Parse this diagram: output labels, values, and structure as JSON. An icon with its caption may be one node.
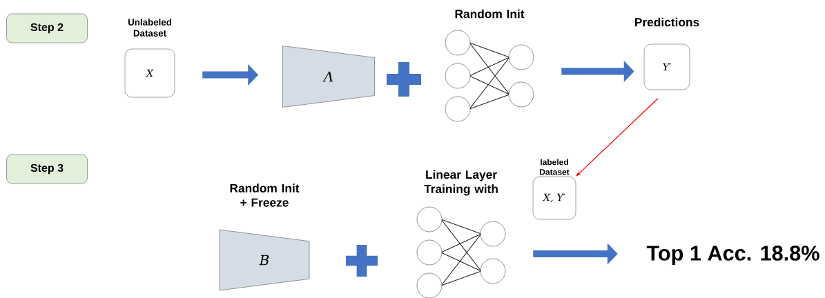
{
  "diagram": {
    "nodes": [
      {
        "text": [
          "Step 2"
        ]
      },
      {
        "text": [
          "Unlabeled Dataset",
          "X"
        ]
      },
      {
        "text": [
          "Λ"
        ]
      },
      {
        "text": [
          "Random Init"
        ]
      },
      {
        "text": [
          "Predictions",
          "Y′"
        ]
      },
      {
        "text": [
          "Step 3"
        ]
      },
      {
        "text": [
          "Random Init + Freeze",
          "B"
        ]
      },
      {
        "text": [
          "Linear Layer Training with"
        ]
      },
      {
        "text": [
          "labeled Dataset",
          "X, Y′"
        ]
      },
      {
        "text": [
          "Top 1 Acc. 18.8%"
        ]
      }
    ],
    "edges": [
      {
        "from": 1,
        "to": 2,
        "arrow": "to"
      },
      {
        "from": 3,
        "to": 4,
        "arrow": "to"
      },
      {
        "from": 4,
        "to": 8,
        "arrow": "to",
        "color": "#ff0000"
      },
      {
        "from": 7,
        "to": 9,
        "arrow": "to"
      }
    ]
  }
}
